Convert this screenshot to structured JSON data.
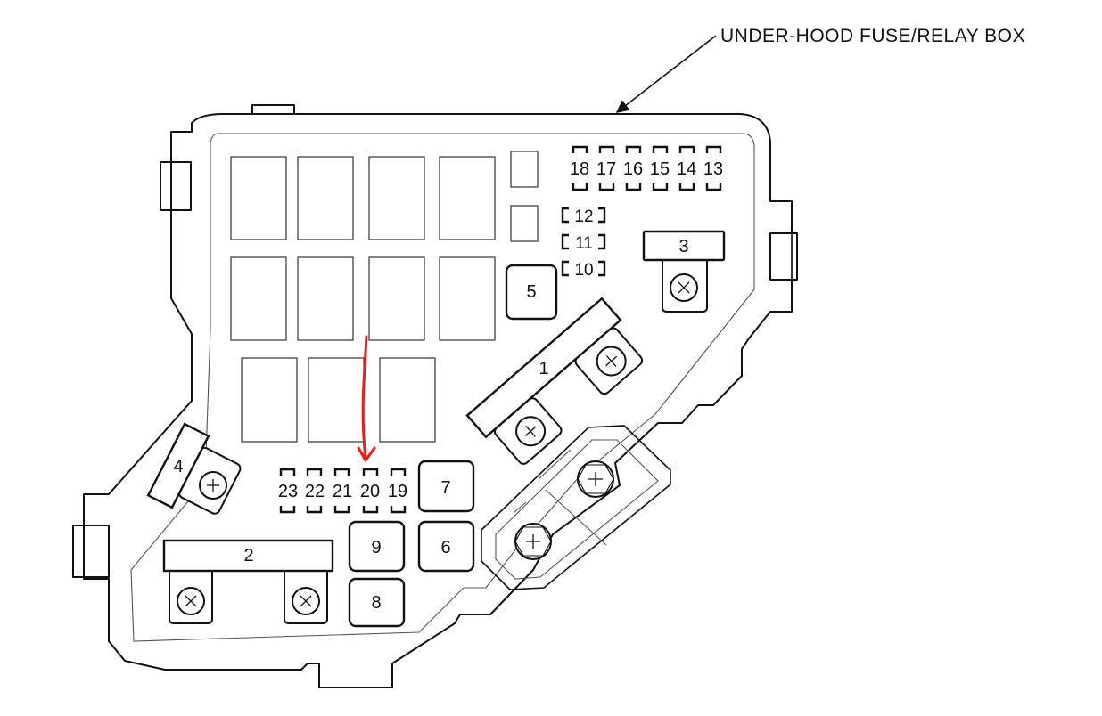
{
  "diagram": {
    "callout_label": "UNDER-HOOD FUSE/RELAY BOX",
    "annotation_color": "#e41f1f",
    "fuse_labels": {
      "f1": "1",
      "f2": "2",
      "f3": "3",
      "f4": "4",
      "f5": "5",
      "f6": "6",
      "f7": "7",
      "f8": "8",
      "f9": "9",
      "f10": "10",
      "f11": "11",
      "f12": "12",
      "f13": "13",
      "f14": "14",
      "f15": "15",
      "f16": "16",
      "f17": "17",
      "f18": "18",
      "f19": "19",
      "f20": "20",
      "f21": "21",
      "f22": "22",
      "f23": "23"
    }
  }
}
